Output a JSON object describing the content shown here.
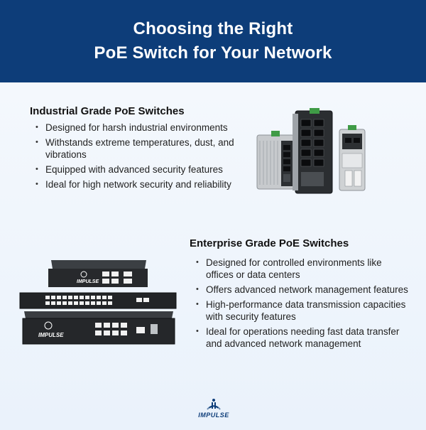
{
  "header": {
    "title_line1": "Choosing the Right",
    "title_line2": "PoE Switch for Your Network",
    "background": "#0d3d79"
  },
  "industrial": {
    "title": "Industrial Grade PoE Switches",
    "bullets": [
      "Designed for harsh industrial environments",
      "Withstands extreme temperatures, dust, and vibrations",
      "Equipped with advanced security features",
      "Ideal for high network security and reliability"
    ],
    "image_icon": "industrial-din-rail-switches"
  },
  "enterprise": {
    "title": "Enterprise Grade PoE Switches",
    "bullets": [
      "Designed for controlled environments like offices or data centers",
      "Offers advanced network management features",
      "High-performance data transmission capacities with security features",
      "Ideal for operations needing fast data transfer and advanced network management"
    ],
    "image_icon": "rackmount-enterprise-switches",
    "device_brand": "IMPULSE"
  },
  "footer": {
    "logo_text": "IMPULSE",
    "logo_icon": "impulse-logo-icon",
    "logo_color": "#0d3d79"
  }
}
